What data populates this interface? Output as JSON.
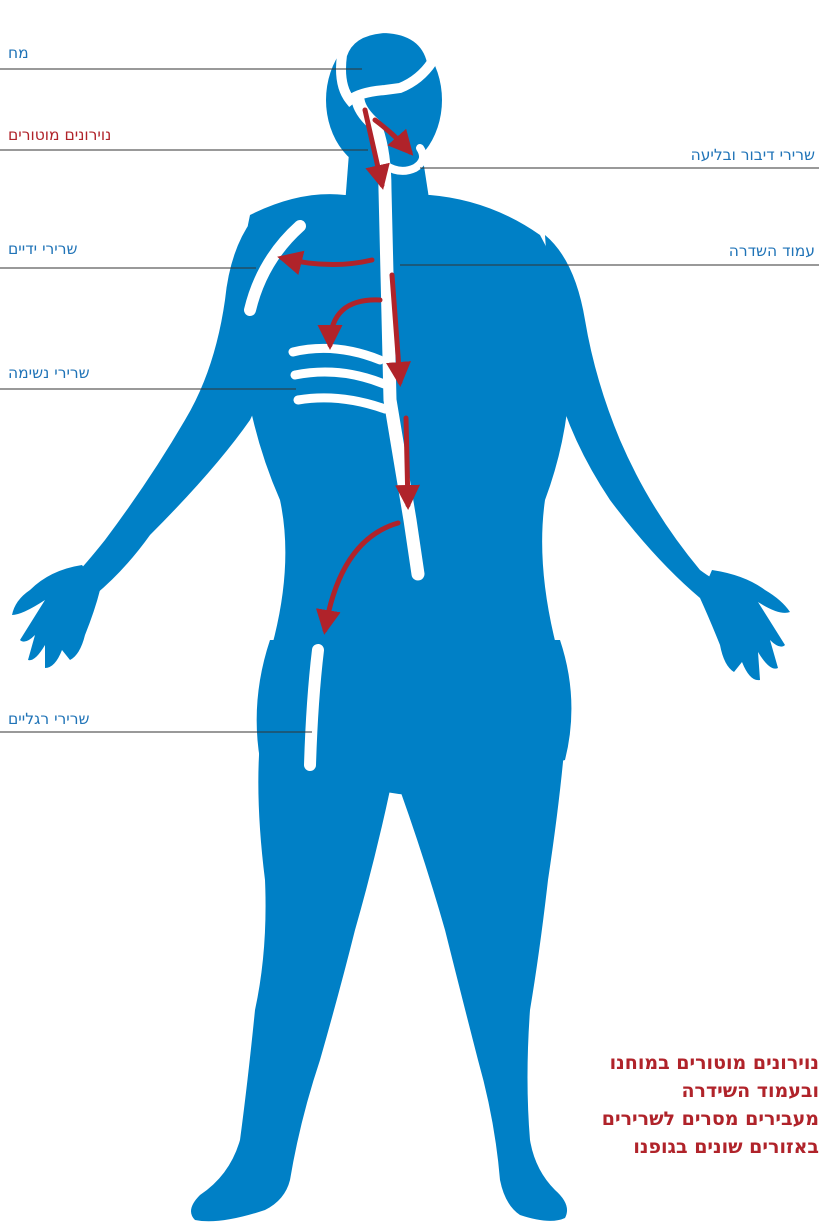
{
  "labels": {
    "brain": "מח",
    "motor_neurons": "נוירונים מוטורים",
    "arm_muscles": "שרירי ידיים",
    "breathing_muscles": "שרירי נשימה",
    "leg_muscles": "שרירי רגליים",
    "speech_swallow_muscles": "שרירי דיבור ובליעה",
    "spine": "עמוד השדרה"
  },
  "caption": [
    "נוירונים מוטורים במוחנו",
    "ובעמוד השידרה",
    "מעבירים מסרים לשרירים",
    "באזורים שונים בגופנו"
  ],
  "colors": {
    "body": "#0080c6",
    "arrow": "#b0232a",
    "label_blue": "#1f73b7",
    "label_red": "#b0232a",
    "leader_line": "#333333"
  }
}
